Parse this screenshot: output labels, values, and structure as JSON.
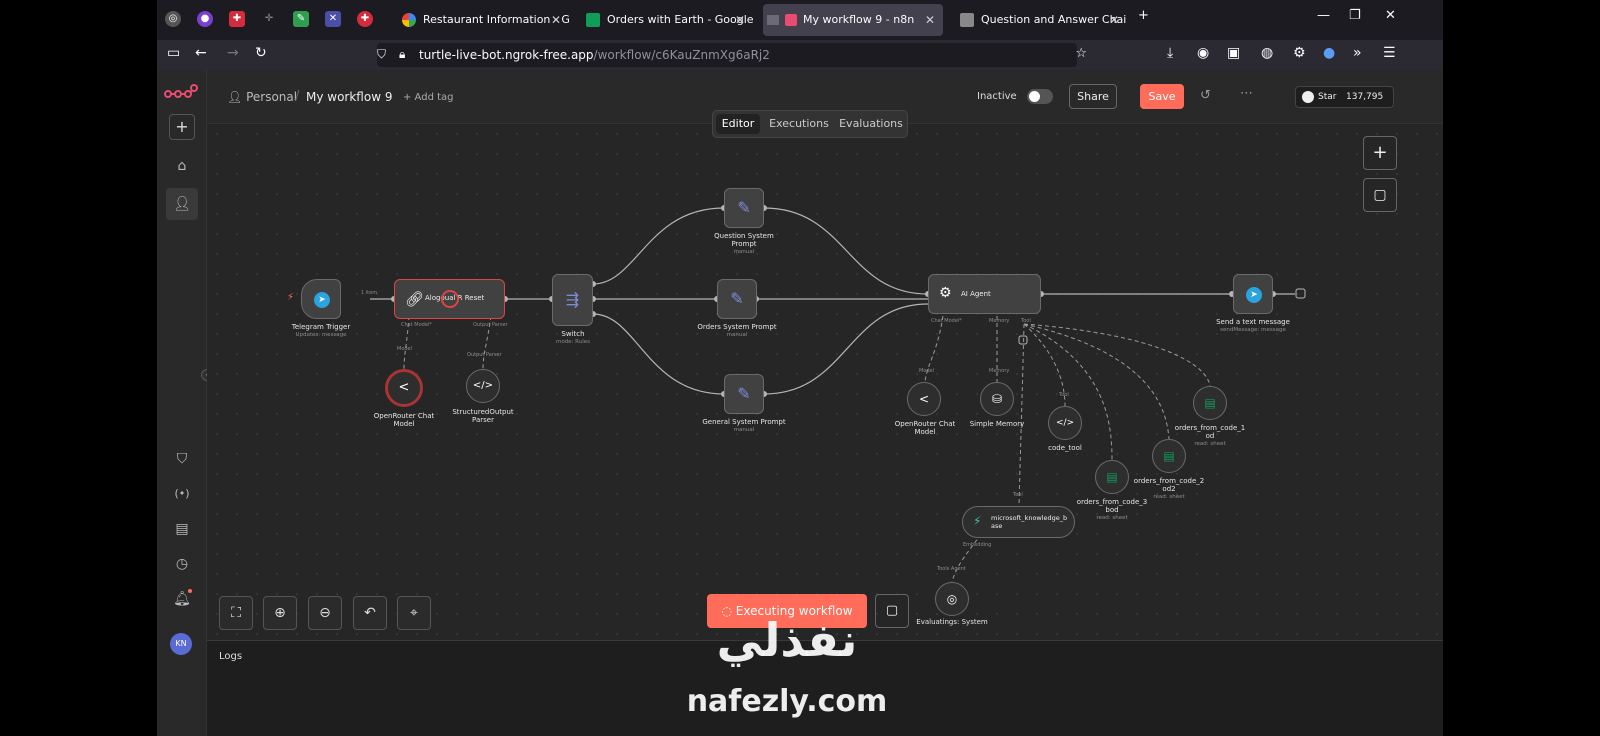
{
  "browser": {
    "tabs": [
      {
        "title": "Restaurant Information - Googl",
        "active": false
      },
      {
        "title": "Orders with Earth - Google Sh",
        "active": false
      },
      {
        "title": "My workflow 9 - n8n",
        "active": true
      },
      {
        "title": "Question and Answer Chain no",
        "active": false
      }
    ],
    "url_host": "turtle-live-bot.ngrok-free.app",
    "url_path": "/workflow/c6KauZnmXg6aRj2"
  },
  "header": {
    "project": "Personal",
    "workflow_name": "My workflow 9",
    "add_tag": "+ Add tag",
    "status_label": "Inactive",
    "share": "Share",
    "save": "Save",
    "github_star": "Star",
    "github_count": "137,795"
  },
  "view_tabs": [
    "Editor",
    "Executions",
    "Evaluations"
  ],
  "nodes": {
    "telegram_trigger": {
      "label": "Telegram Trigger",
      "sub": "Updates: message"
    },
    "agent_left": {
      "label": "Alogoual R Reset",
      "sub": ""
    },
    "openrouter_left": {
      "label": "OpenRouter Chat\nModel",
      "sub": ""
    },
    "structured_parser": {
      "label": "StructuredOutput\nParser",
      "sub": ""
    },
    "switch": {
      "label": "Switch",
      "sub": "mode: Rules"
    },
    "question_prompt": {
      "label": "Question System\nPrompt",
      "sub": "manual"
    },
    "orders_prompt": {
      "label": "Orders System Prompt",
      "sub": "manual"
    },
    "general_prompt": {
      "label": "General System Prompt",
      "sub": "manual"
    },
    "ai_agent": {
      "label": "AI Agent",
      "sub": ""
    },
    "openrouter_right": {
      "label": "OpenRouter Chat\nModel",
      "sub": ""
    },
    "simple_memory": {
      "label": "Simple Memory",
      "sub": ""
    },
    "code_tool": {
      "label": "code_tool",
      "sub": ""
    },
    "orders1": {
      "label": "orders_from_code_1\nod",
      "sub": "read: sheet"
    },
    "orders2": {
      "label": "orders_from_code_2\nod2",
      "sub": "read: sheet"
    },
    "orders3": {
      "label": "orders_from_code_3\nbod",
      "sub": "read: sheet"
    },
    "ms_kb": {
      "label": "microsoft_knowledge_b\nase",
      "sub": ""
    },
    "embeddings": {
      "label": "Evaluatings: System",
      "sub": ""
    },
    "send_message": {
      "label": "Send a text message",
      "sub": "sendMessage: message"
    }
  },
  "ports": {
    "one_item": "1 item",
    "model": "Model",
    "output_parser": "Output Parser",
    "chat_model": "Chat Model*",
    "memory": "Memory",
    "tool": "Tool",
    "embedding": "Embedding",
    "tools_agent": "Tools Agent"
  },
  "executing_label": "Executing workflow",
  "logs_label": "Logs",
  "avatar_initials": "KN",
  "watermark": {
    "arabic": "نفذلي",
    "latin": "nafezly.com"
  },
  "colors": {
    "accent": "#ff6d5a",
    "canvas": "#262626",
    "edge": "#b5b5b5"
  }
}
